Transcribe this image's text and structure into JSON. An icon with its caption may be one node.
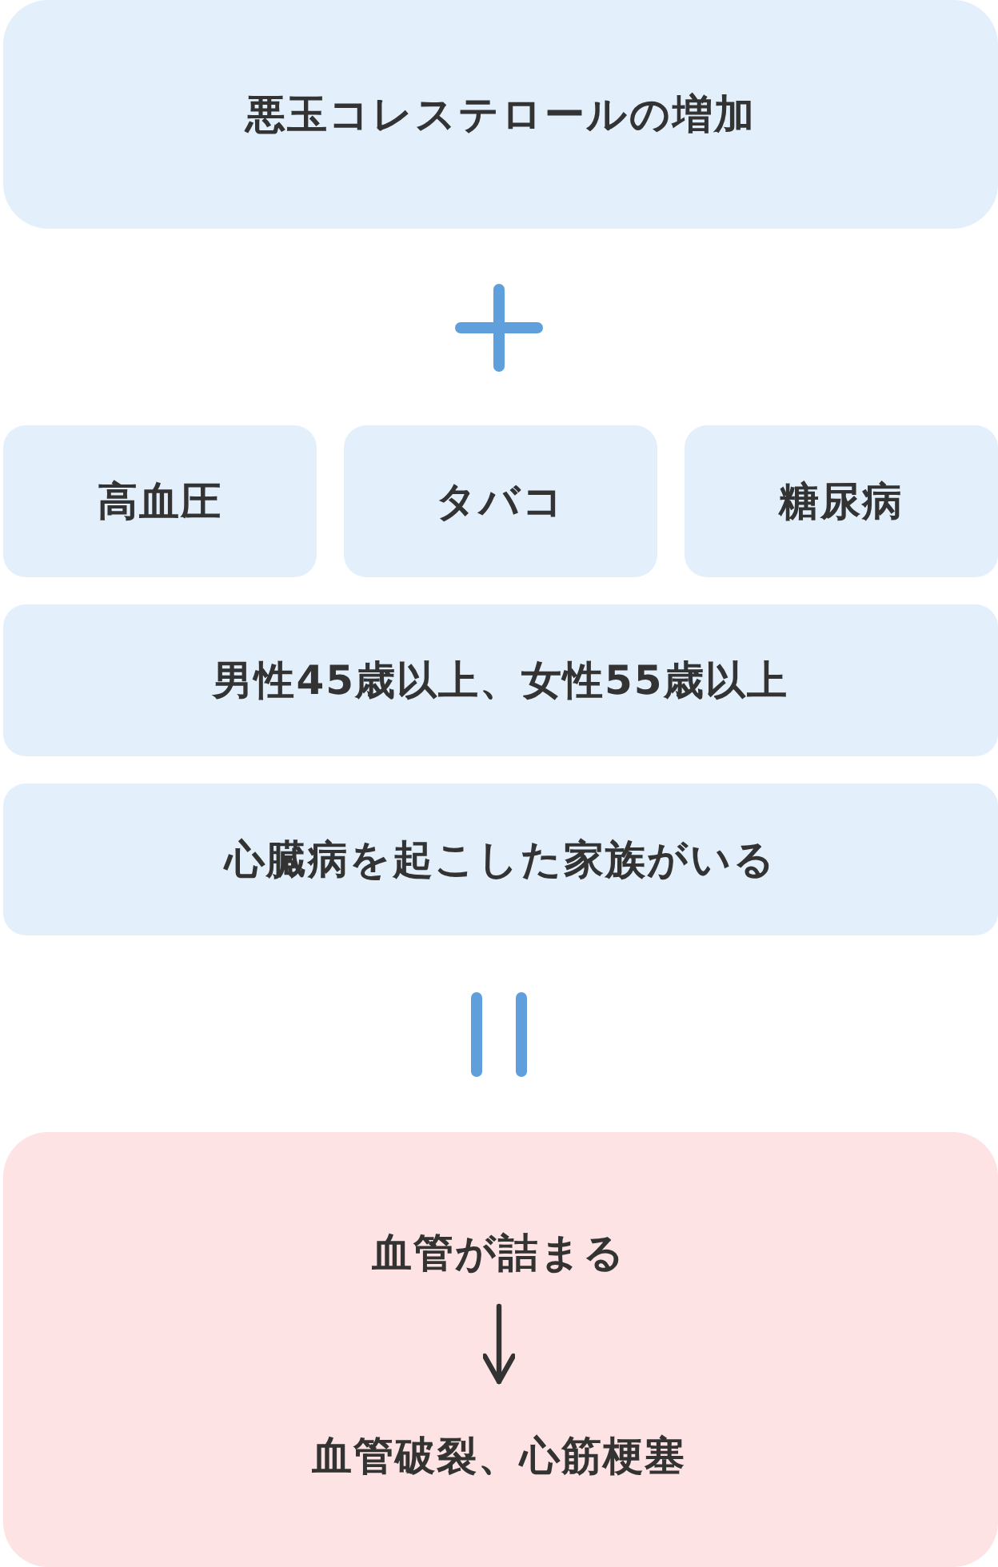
{
  "diagram": {
    "nodes": [
      {
        "text": [
          "悪玉コレステロールの増加"
        ]
      },
      {
        "text": [
          "高血圧"
        ]
      },
      {
        "text": [
          "タバコ"
        ]
      },
      {
        "text": [
          "糖尿病"
        ]
      },
      {
        "text": [
          "男性45歳以上、女性55歳以上"
        ]
      },
      {
        "text": [
          "心臓病を起こした家族がいる"
        ]
      },
      {
        "text": [],
        "shape": "box"
      },
      {
        "text": [
          "血管が詰まる"
        ],
        "in": 6
      },
      {
        "text": [
          "血管破裂、心筋梗塞"
        ],
        "in": 6
      }
    ],
    "edges": [
      {
        "from": 7,
        "to": 8,
        "arrow": "to"
      }
    ]
  }
}
